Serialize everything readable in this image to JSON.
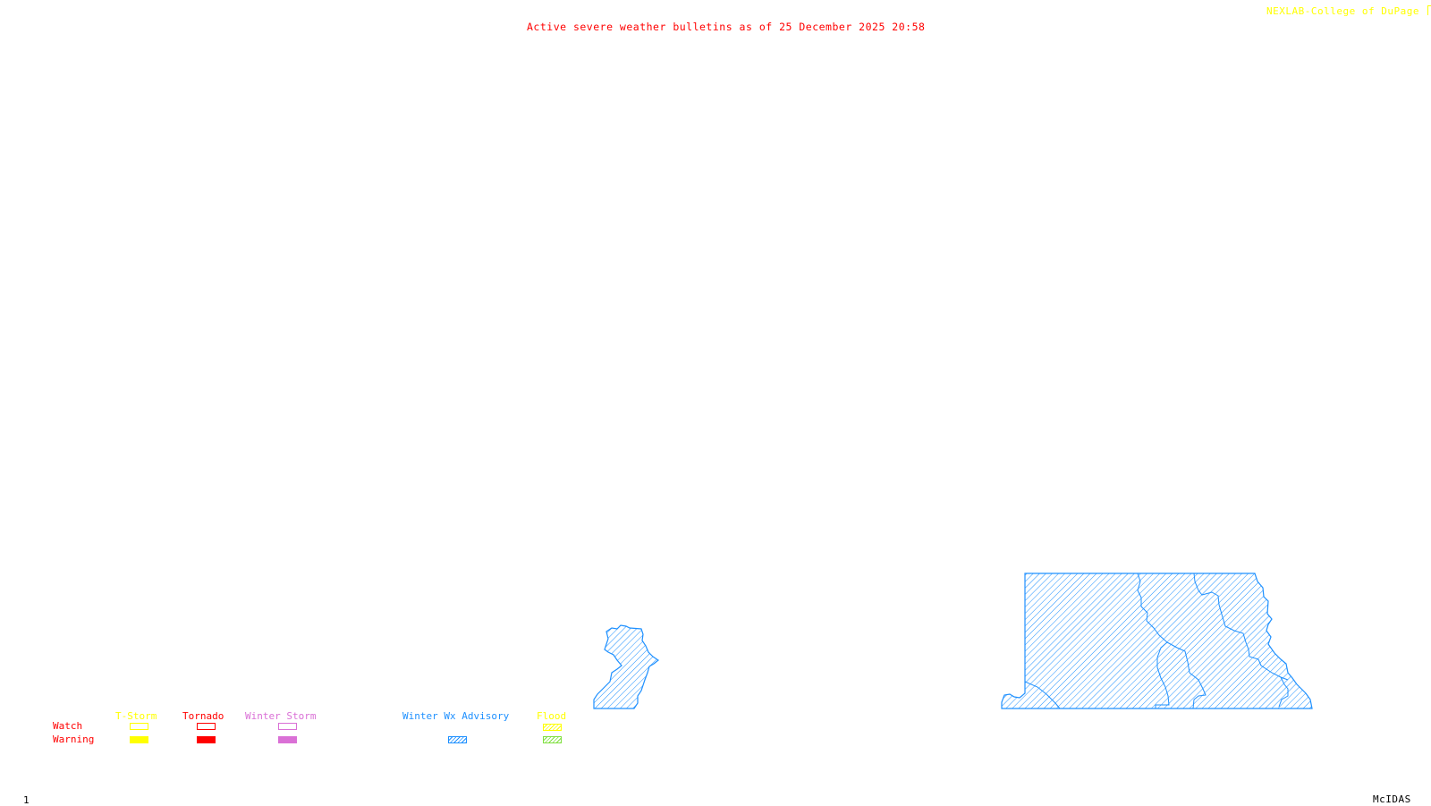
{
  "header": {
    "title": "Active severe weather bulletins as of 25 December 2025 20:58",
    "credit": "NEXLAB-College of DuPage",
    "credit_icon": "corner-logo-icon"
  },
  "footer": {
    "frame_number": "1",
    "software": "McIDAS"
  },
  "legend": {
    "row_labels": {
      "watch": "Watch",
      "warning": "Warning"
    },
    "categories": [
      {
        "key": "tstorm",
        "label": "T-Storm",
        "color": "#ffff00",
        "watch_style": "outline",
        "warning_style": "filled",
        "warning_color": "#ffff00"
      },
      {
        "key": "tornado",
        "label": "Tornado",
        "color": "#ff0000",
        "watch_style": "outline",
        "warning_style": "filled",
        "warning_color": "#ff0000"
      },
      {
        "key": "winter_storm",
        "label": "Winter Storm",
        "color": "#da70d6",
        "watch_style": "outline",
        "warning_style": "filled",
        "warning_color": "#da70d6"
      },
      {
        "key": "winter_wx_advisory",
        "label": "Winter Wx Advisory",
        "color": "#1e90ff",
        "watch_style": "none",
        "warning_style": "hatched",
        "warning_color": "#1e90ff"
      },
      {
        "key": "flood",
        "label": "Flood",
        "color": "#ffff00",
        "watch_style": "hatched",
        "warning_style": "hatched",
        "warning_color": "#80e040"
      }
    ]
  },
  "map": {
    "active_areas": [
      {
        "name": "winter-wx-advisory-area-west",
        "type": "Winter Wx Advisory",
        "color": "#1e90ff"
      },
      {
        "name": "winter-wx-advisory-area-east",
        "type": "Winter Wx Advisory",
        "color": "#1e90ff"
      }
    ]
  },
  "colors": {
    "title": "#ff0000",
    "credit": "#ffff00",
    "advisory": "#1e90ff",
    "row_labels": "#ff0000"
  }
}
